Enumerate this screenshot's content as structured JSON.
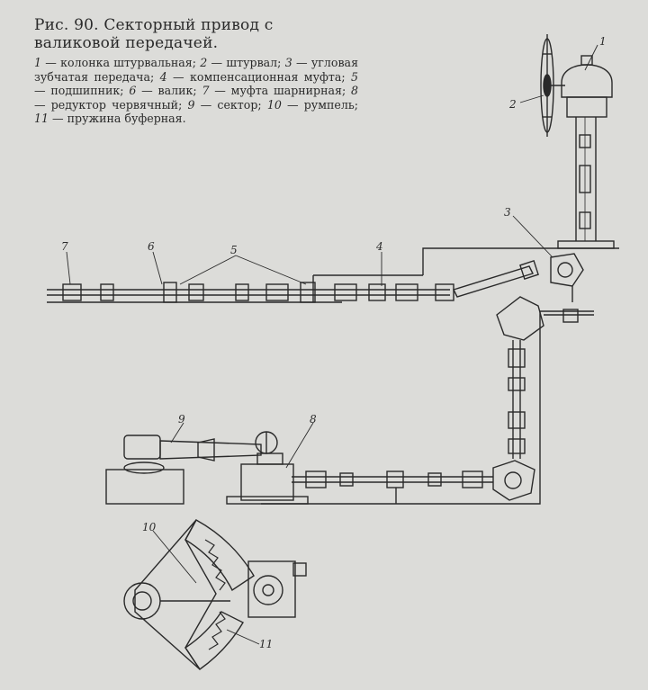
{
  "caption": {
    "title": "Рис. 90. Секторный привод с валиковой передачей.",
    "legend": [
      {
        "num": "1",
        "text": "колонка штурвальная"
      },
      {
        "num": "2",
        "text": "штурвал"
      },
      {
        "num": "3",
        "text": "угловая зубчатая передача"
      },
      {
        "num": "4",
        "text": "компенсационная муфта"
      },
      {
        "num": "5",
        "text": "подшипник"
      },
      {
        "num": "6",
        "text": "валик"
      },
      {
        "num": "7",
        "text": "муфта шарнирная"
      },
      {
        "num": "8",
        "text": "редуктор червячный"
      },
      {
        "num": "9",
        "text": "сектор"
      },
      {
        "num": "10",
        "text": "румпель"
      },
      {
        "num": "11",
        "text": "пружина буферная"
      }
    ]
  },
  "callouts": [
    "1",
    "2",
    "3",
    "4",
    "5",
    "6",
    "7",
    "8",
    "9",
    "10",
    "11"
  ],
  "colors": {
    "paper": "#dcdcd9",
    "ink": "#2a2a2a"
  }
}
